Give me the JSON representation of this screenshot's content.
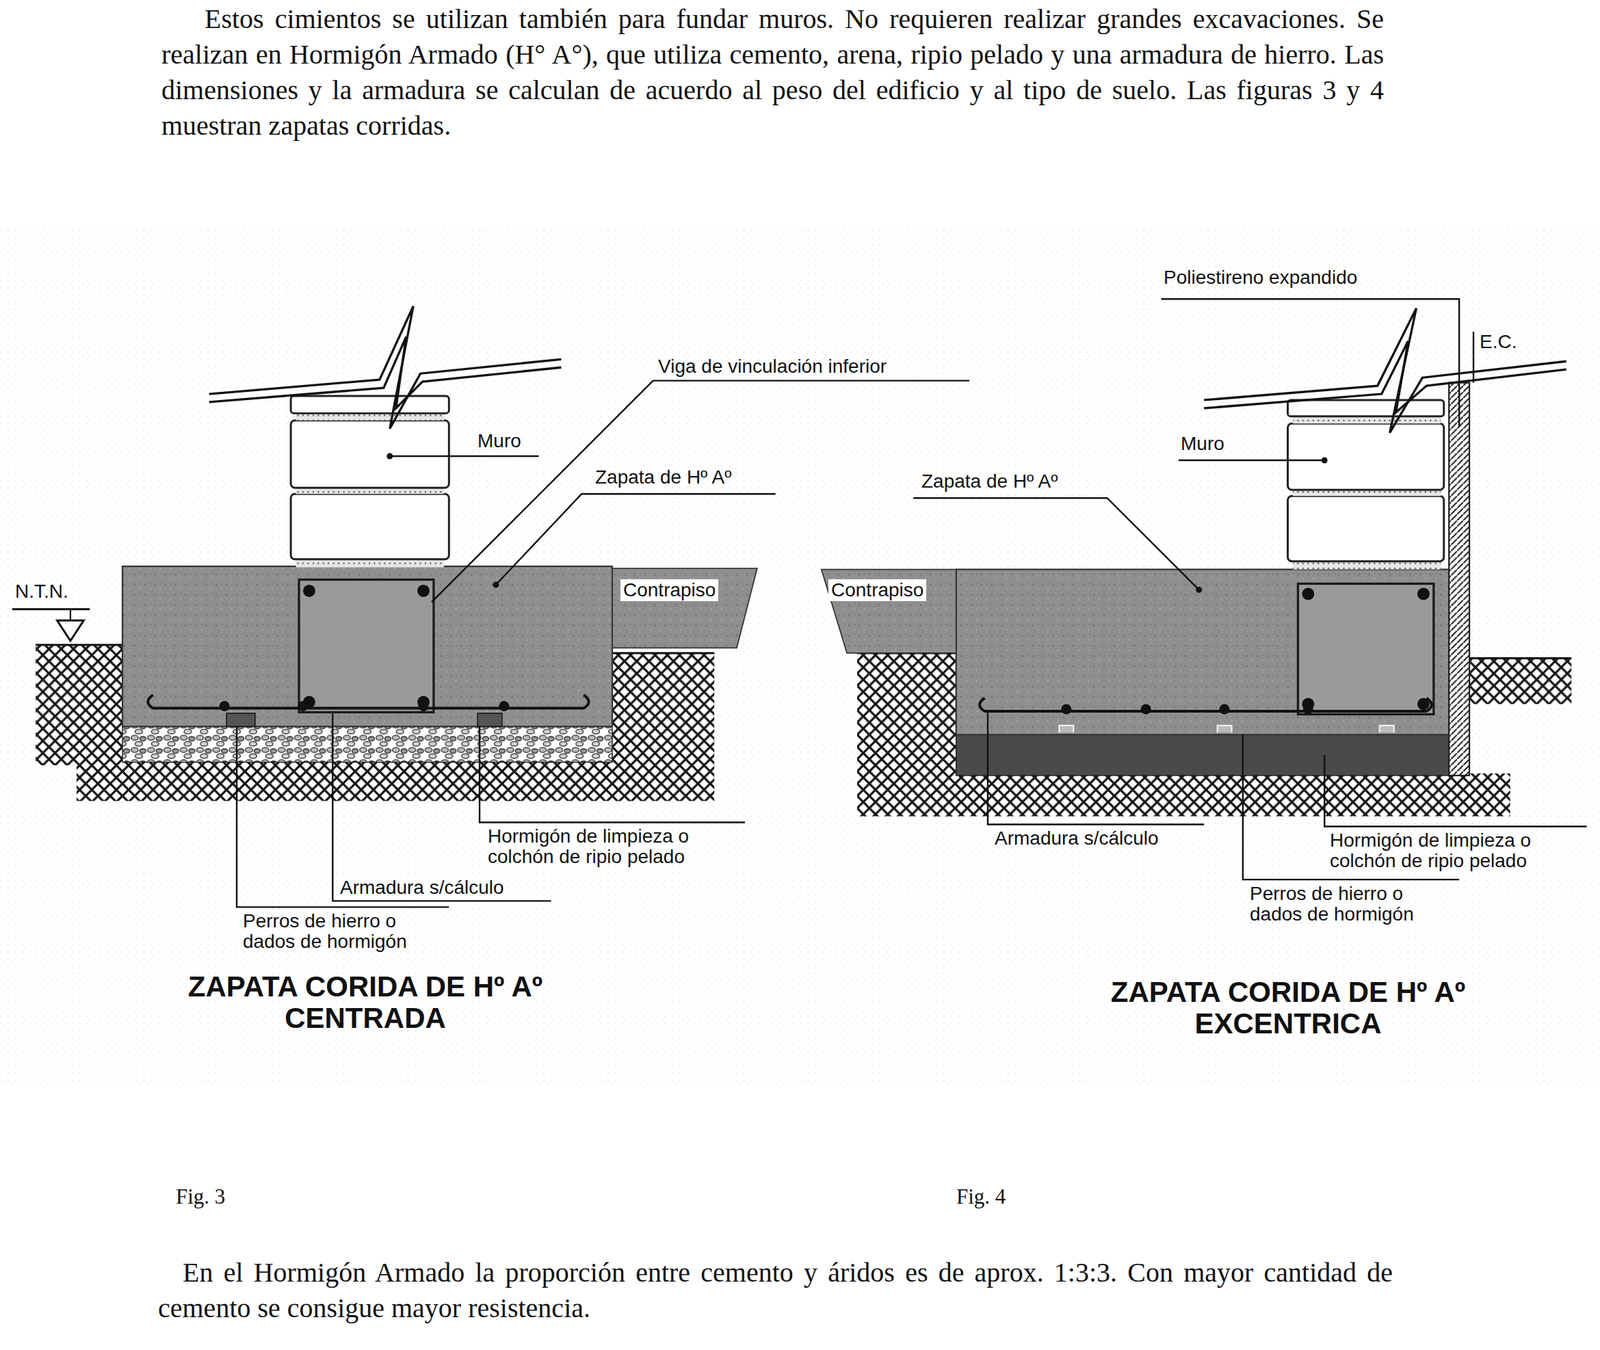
{
  "diagram": {
    "labels": [
      "Estos cimientos se utilizan también para fundar muros. No requieren realizar grandes excavaciones. Se realizan en Hormigón Armado (H° A°), que utiliza cemento, arena, ripio pelado y una armadura de hierro. Las dimensiones y la armadura se calculan de acuerdo al peso del edificio y al tipo de suelo. Las figuras 3 y 4 muestran zapatas corridas.",
      "Muro",
      "Viga de vinculación inferior",
      "Zapata de Hº Aº",
      "N.T.N.",
      "Contrapiso",
      "Hormigón de limpieza o colchón de ripio pelado",
      "Armadura s/cálculo",
      "Perros de hierro o dados de hormigón",
      "ZAPATA CORIDA DE Hº Aº CENTRADA",
      "Poliestireno expandido",
      "E.C.",
      "Muro",
      "Zapata de Hº Aº",
      "Contrapiso",
      "Armadura s/cálculo",
      "Hormigón de limpieza o colchón de ripio pelado",
      "Perros de hierro o dados de hormigón",
      "ZAPATA CORIDA DE Hº Aº EXCENTRICA",
      "Fig. 3",
      "Fig. 4",
      "En el Hormigón Armado la proporción entre cemento y áridos es de aprox. 1:3:3. Con mayor cantidad de cemento se consigue mayor resistencia."
    ]
  }
}
